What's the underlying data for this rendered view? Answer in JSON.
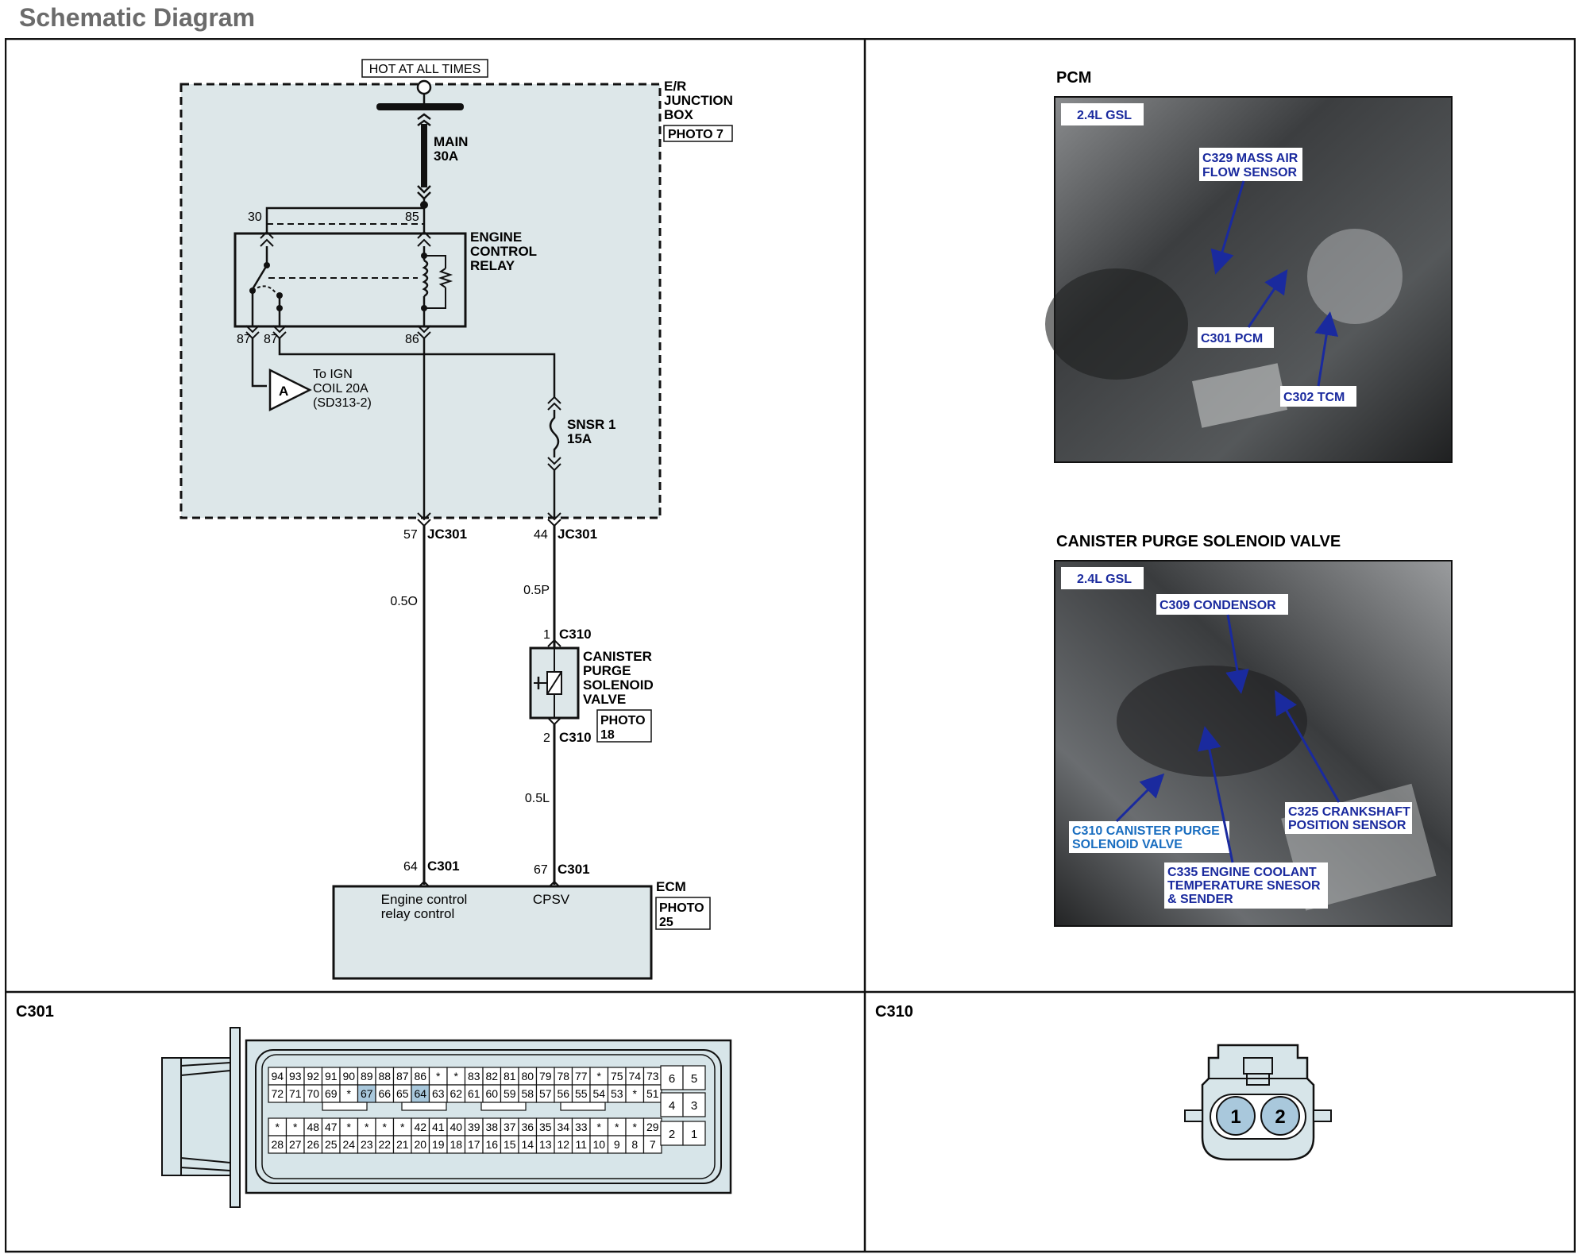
{
  "page": {
    "title": "Schematic Diagram"
  },
  "schematic": {
    "power_label": "HOT AT ALL TIMES",
    "junction_box": {
      "line1": "E/R",
      "line2": "JUNCTION",
      "line3": "BOX",
      "photo": "PHOTO  7"
    },
    "main_fuse": {
      "name": "MAIN",
      "rating": "30A"
    },
    "relay": {
      "line1": "ENGINE",
      "line2": "CONTROL",
      "line3": "RELAY",
      "pin_30": "30",
      "pin_85": "85",
      "pin_87a": "87",
      "pin_87b": "87",
      "pin_86": "86"
    },
    "ign_ref": {
      "letter": "A",
      "line1": "To IGN",
      "line2": "COIL 20A",
      "line3": "(SD313-2)"
    },
    "snsr_fuse": {
      "name": "SNSR  1",
      "rating": "15A"
    },
    "jc_left": {
      "pin": "57",
      "conn": "JC301"
    },
    "jc_right": {
      "pin": "44",
      "conn": "JC301"
    },
    "wire_left": "0.5O",
    "wire_right_top": "0.5P",
    "wire_right_bottom": "0.5L",
    "cpsv": {
      "pin1": "1",
      "conn1": "C310",
      "line1": "CANISTER",
      "line2": "PURGE",
      "line3": "SOLENOID",
      "line4": "VALVE",
      "photo_line1": "PHOTO",
      "photo_line2": "18",
      "pin2": "2",
      "conn2": "C310"
    },
    "ecm_left_pin": {
      "pin": "64",
      "conn": "C301"
    },
    "ecm_right_pin": {
      "pin": "67",
      "conn": "C301"
    },
    "ecm": {
      "name": "ECM",
      "photo_line1": "PHOTO",
      "photo_line2": "25",
      "label_left_1": "Engine control",
      "label_left_2": "relay control",
      "label_right": "CPSV"
    }
  },
  "photos": {
    "pcm": {
      "title": "PCM",
      "tag": "2.4L GSL",
      "callouts": {
        "maf_1": "C329 MASS AIR",
        "maf_2": "FLOW SENSOR",
        "pcm": "C301 PCM",
        "tcm": "C302 TCM"
      }
    },
    "cpsv": {
      "title": "CANISTER PURGE SOLENOID VALVE",
      "tag": "2.4L GSL",
      "callouts": {
        "condensor": "C309 CONDENSOR",
        "c310_1": "C310 CANISTER PURGE",
        "c310_2": "SOLENOID VALVE",
        "c325_1": "C325 CRANKSHAFT",
        "c325_2": "POSITION SENSOR",
        "c335_1": "C335 ENGINE COOLANT",
        "c335_2": "TEMPERATURE SNESOR",
        "c335_3": "& SENDER"
      }
    }
  },
  "connectors": {
    "c301": {
      "label": "C301",
      "rows": [
        [
          "94",
          "93",
          "92",
          "91",
          "90",
          "89",
          "88",
          "87",
          "86",
          "*",
          "*",
          "83",
          "82",
          "81",
          "80",
          "79",
          "78",
          "77",
          "*",
          "75",
          "74",
          "73"
        ],
        [
          "72",
          "71",
          "70",
          "69",
          "*",
          "67",
          "66",
          "65",
          "64",
          "63",
          "62",
          "61",
          "60",
          "59",
          "58",
          "57",
          "56",
          "55",
          "54",
          "53",
          "*",
          "51"
        ],
        [
          "*",
          "*",
          "48",
          "47",
          "*",
          "*",
          "*",
          "*",
          "42",
          "41",
          "40",
          "39",
          "38",
          "37",
          "36",
          "35",
          "34",
          "33",
          "*",
          "*",
          "*",
          "29"
        ],
        [
          "28",
          "27",
          "26",
          "25",
          "24",
          "23",
          "22",
          "21",
          "20",
          "19",
          "18",
          "17",
          "16",
          "15",
          "14",
          "13",
          "12",
          "11",
          "10",
          "9",
          "8",
          "7"
        ]
      ],
      "highlighted": [
        "67",
        "64"
      ],
      "side_rows": [
        [
          "6",
          "5"
        ],
        [
          "4",
          "3"
        ],
        [
          "2",
          "1"
        ]
      ]
    },
    "c310": {
      "label": "C310",
      "pin1": "1",
      "pin2": "2"
    }
  },
  "colors": {
    "junction_fill": "#dde7e9",
    "connector_fill": "#d7e5e9",
    "highlight": "#a9c8dc",
    "callout_text": "#1a2a9e",
    "photo_bg": "#2a2b2c"
  }
}
